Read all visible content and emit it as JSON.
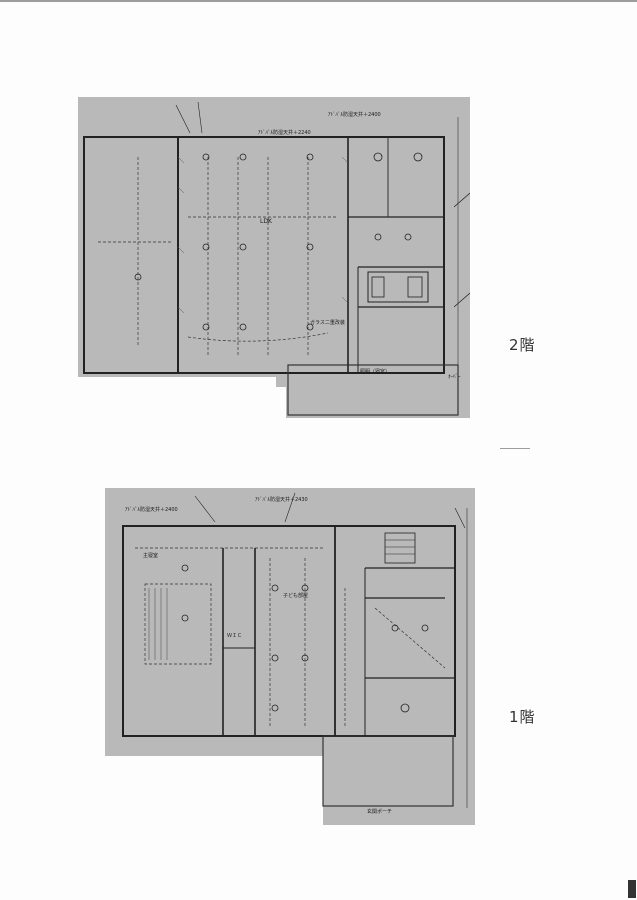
{
  "floors": [
    {
      "id": "2F",
      "label": "2階",
      "annotations": [
        "ｱﾄﾞﾊﾞﾙ防湿天井＋2240",
        "ｱﾄﾞﾊﾞﾙ防湿天井＋2400",
        "LDK",
        "ガラス二重改装",
        "照明（寝室）",
        "ｵｰﾊﾞｰ"
      ]
    },
    {
      "id": "1F",
      "label": "1階",
      "annotations": [
        "ｱﾄﾞﾊﾞﾙ防湿天井＋2400",
        "ｱﾄﾞﾊﾞﾙ防湿天井＋2430",
        "主寝室",
        "子ども部屋",
        "ＷＩＣ",
        "玄関ポーチ"
      ]
    }
  ]
}
